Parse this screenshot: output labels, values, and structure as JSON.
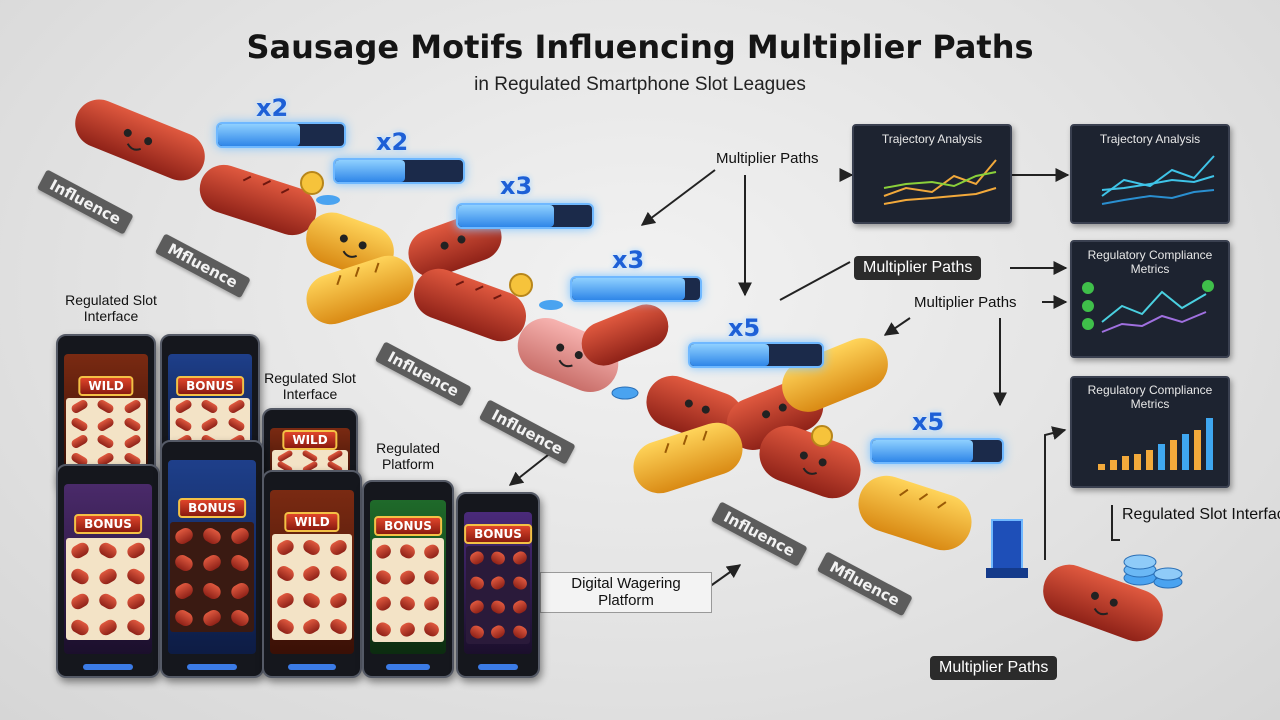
{
  "title": "Sausage Motifs Influencing Multiplier Paths",
  "subtitle": "in Regulated Smartphone Slot Leagues",
  "multipliers": [
    "x2",
    "x2",
    "x3",
    "x3",
    "x5",
    "x5"
  ],
  "multiplier_fill": [
    0.65,
    0.55,
    0.72,
    0.88,
    0.6,
    0.78
  ],
  "influence_tags": [
    "Influence",
    "Mfluence",
    "Influence",
    "Influence",
    "Influence",
    "Mfluence"
  ],
  "path_labels": {
    "multiplier_paths_1": "Multiplier Paths",
    "multiplier_paths_2": "Multiplier Paths",
    "multiplier_paths_3": "Multiplier Paths",
    "multiplier_paths_4": "Multiplier Paths"
  },
  "panels": {
    "trajectory_1": "Trajectory Analysis",
    "trajectory_2": "Trajectory Analysis",
    "compliance_1": "Regulatory Compliance Metrics",
    "compliance_2": "Regulatory Compliance Metrics"
  },
  "platform_labels": {
    "regulated_slot_interface_1": "Regulated Slot Interface",
    "regulated_slot_interface_2": "Regulated Slot Interface",
    "regulated_platform": "Regulated Platform",
    "regulated_slot_interface_3": "Regulated Slot Interface",
    "digital_wagering_platform": "Digital Wagering Platform"
  },
  "phone_banners": [
    "WILD",
    "BONUS",
    "WILD",
    "BONUS",
    "BONUS",
    "WILD",
    "BONUS",
    "BONUS"
  ],
  "colors": {
    "red_sausage": "#c0392b",
    "yellow_sausage": "#f0b429",
    "multiplier_blue": "#1d5fd6",
    "panel_bg": "#1d2330",
    "label_pill": "#2b2b2b",
    "influence_tag": "#5c5c5c"
  }
}
